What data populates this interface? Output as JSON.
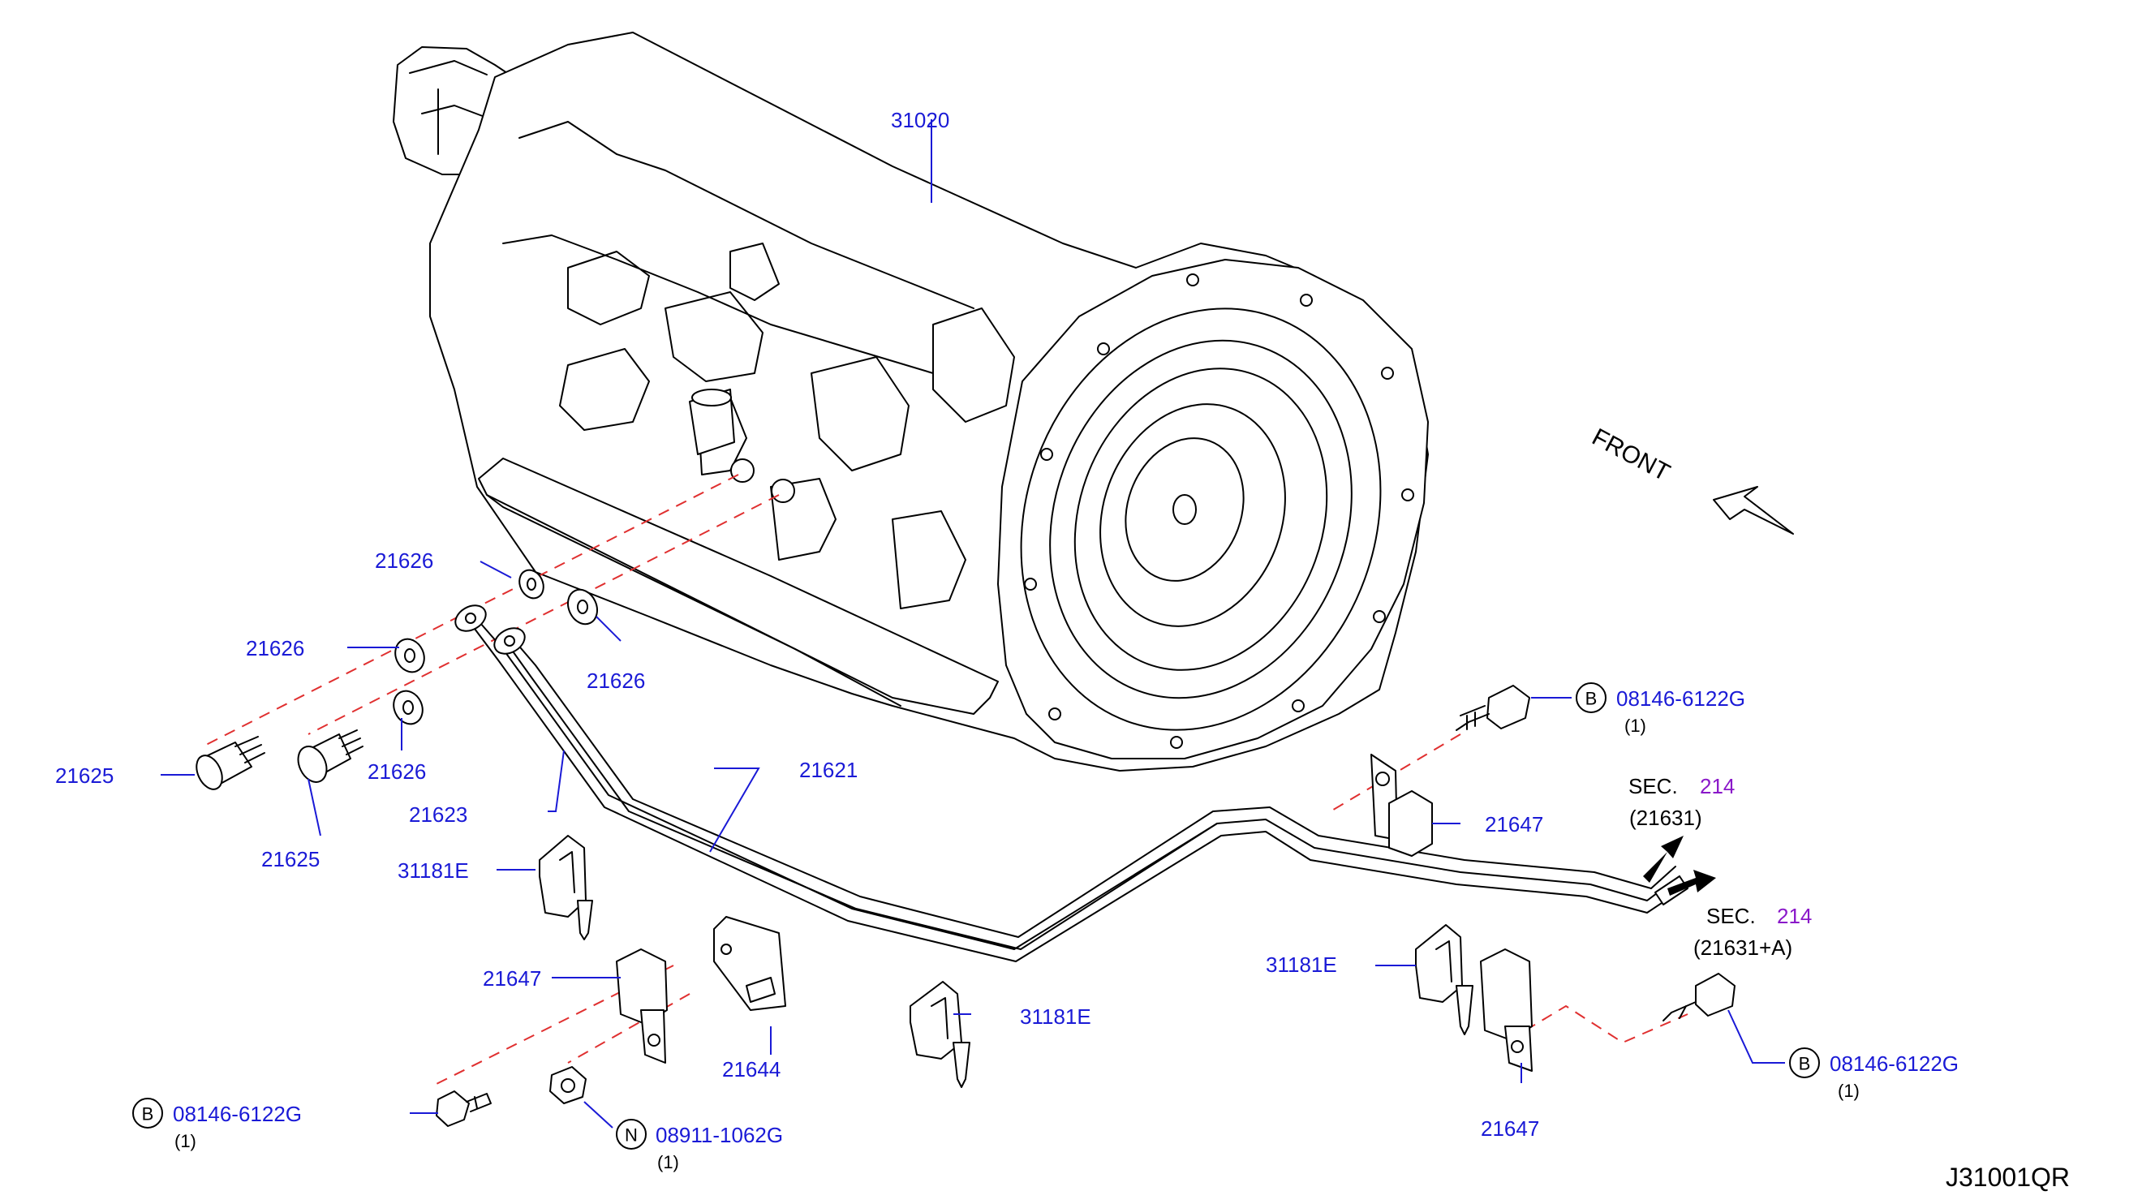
{
  "diagram_id": "J31001QR",
  "front_label": "FRONT",
  "callouts": {
    "transmission": "31020",
    "washer_a": "21626",
    "washer_b": "21626",
    "washer_c": "21626",
    "washer_d": "21626",
    "bolt_a": "21625",
    "bolt_b": "21625",
    "tube_upper": "21621",
    "tube_lower": "21623",
    "clip_left": "31181E",
    "clip_mid": "31181E",
    "clip_right": "31181E",
    "bracket_left": "21647",
    "bracket_right_top": "21647",
    "bracket_right_bottom": "21647",
    "bracket_plate": "21644"
  },
  "fasteners": [
    {
      "badge": "B",
      "part": "08146-6122G",
      "qty": "(1)"
    },
    {
      "badge": "B",
      "part": "08146-6122G",
      "qty": "(1)"
    },
    {
      "badge": "B",
      "part": "08146-6122G",
      "qty": "(1)"
    },
    {
      "badge": "N",
      "part": "08911-1062G",
      "qty": "(1)"
    }
  ],
  "sections": [
    {
      "prefix": "SEC.",
      "number": "214",
      "ref": "(21631)"
    },
    {
      "prefix": "SEC.",
      "number": "214",
      "ref": "(21631+A)"
    }
  ],
  "colors": {
    "callout": "#1a1ad6",
    "section_number": "#8a18c9",
    "centerline": "#e03030",
    "linework": "#000000"
  }
}
